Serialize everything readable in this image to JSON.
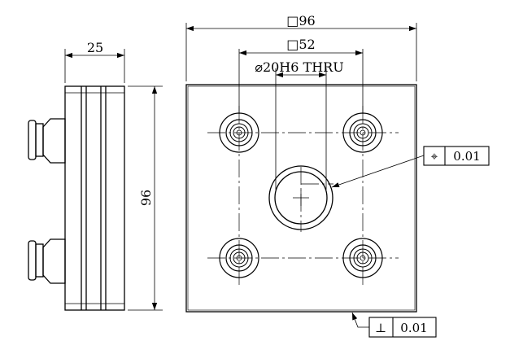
{
  "side_view": {
    "width_dim": "25",
    "height_dim": "96"
  },
  "front_view": {
    "plate_dim": "□96",
    "bolt_pattern_dim": "□52",
    "bore_callout": "⌀20H6 THRU"
  },
  "tolerances": {
    "position": {
      "symbol": "⌖",
      "value": "0.01"
    },
    "perpendicularity": {
      "symbol": "⊥",
      "value": "0.01"
    }
  }
}
